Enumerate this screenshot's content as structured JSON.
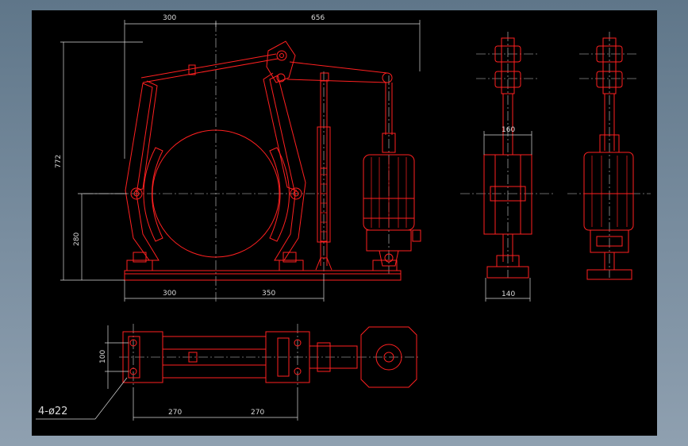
{
  "colors": {
    "background_frame": "#6c8296",
    "canvas": "#000000",
    "part_line": "#ff2020",
    "dim_line": "#d9d9d9",
    "center_line": "#cfcfcf"
  },
  "front_view": {
    "dim_top_left": "300",
    "dim_top_right": "656",
    "dim_height_total": "772",
    "dim_height_center": "280",
    "dim_bottom_left": "300",
    "dim_bottom_right": "350"
  },
  "side_view": {
    "dim_width_upper": "160",
    "dim_width_base": "140"
  },
  "plan_view": {
    "dim_spacing_vertical": "100",
    "dim_spacing_left": "270",
    "dim_spacing_right": "270",
    "hole_callout": "4-ø22"
  }
}
